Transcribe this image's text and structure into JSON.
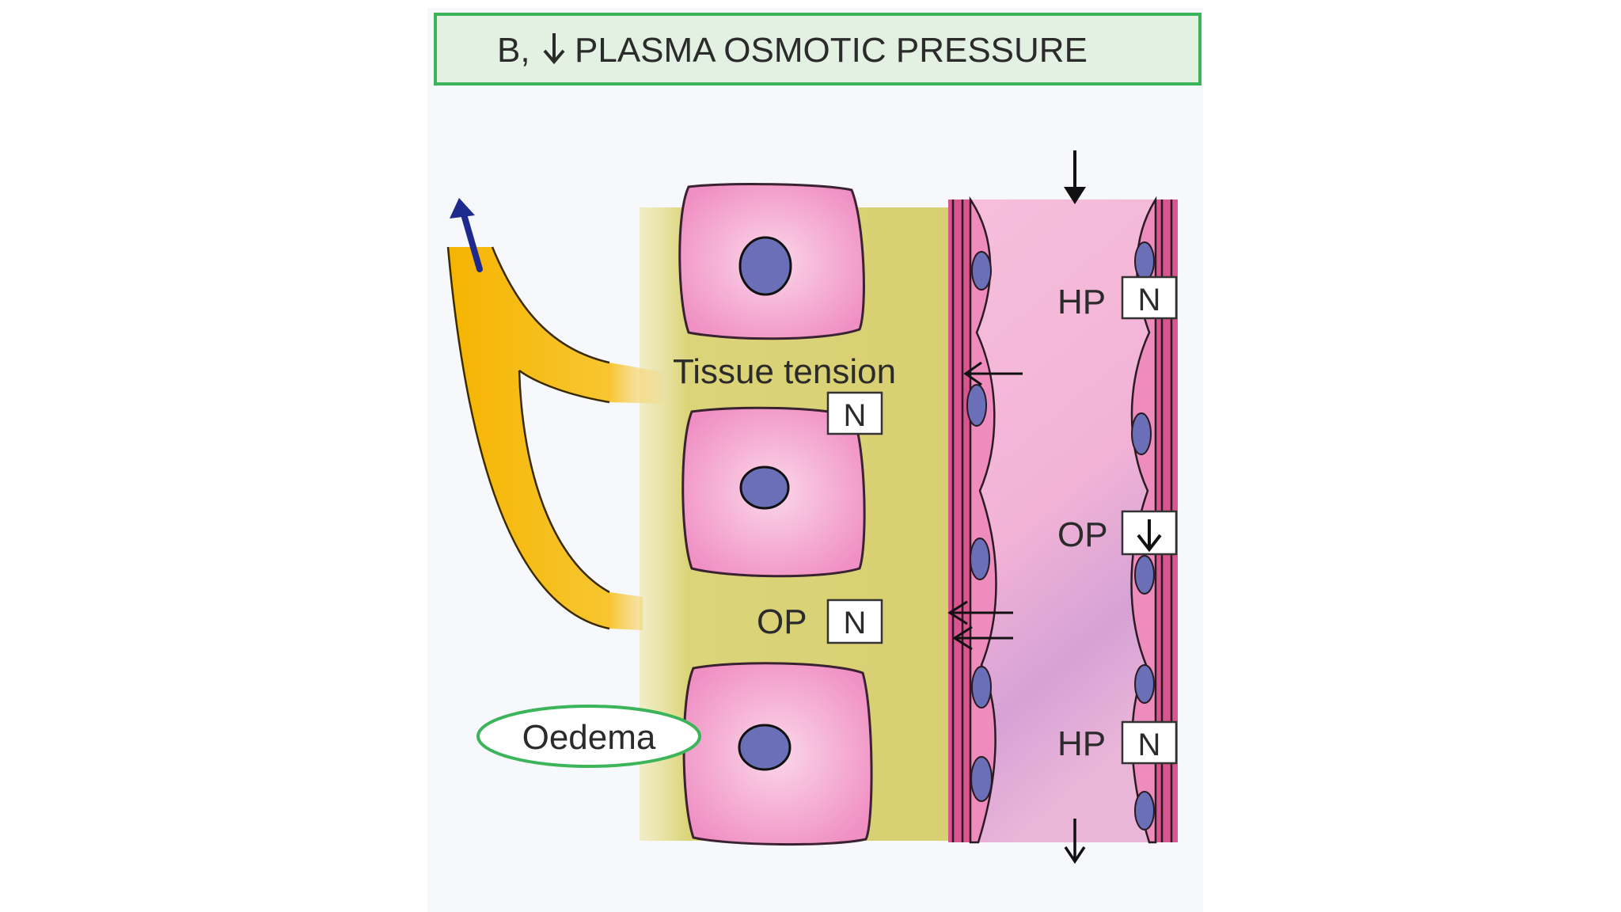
{
  "title": {
    "prefix": "B,",
    "text": "PLASMA OSMOTIC PRESSURE"
  },
  "tissue": {
    "tension_label": "Tissue tension",
    "tension_status": "N",
    "op_label": "OP",
    "op_status": "N"
  },
  "vessel": {
    "hp_top_label": "HP",
    "hp_top_status": "N",
    "op_label": "OP",
    "hp_bottom_label": "HP",
    "hp_bottom_status": "N"
  },
  "oedema_label": "Oedema",
  "colors": {
    "title_border": "#3cb55a",
    "title_fill": "#e2f1e2",
    "interstitium": "#dcd479",
    "cell": "#f2a0cb",
    "nucleus": "#6a6fb8",
    "lymphatic": "#f5bd1e",
    "vessel_wall": "#d9558f",
    "lumen": "#f3b4d6",
    "arrow_blue": "#1f2a8f"
  }
}
